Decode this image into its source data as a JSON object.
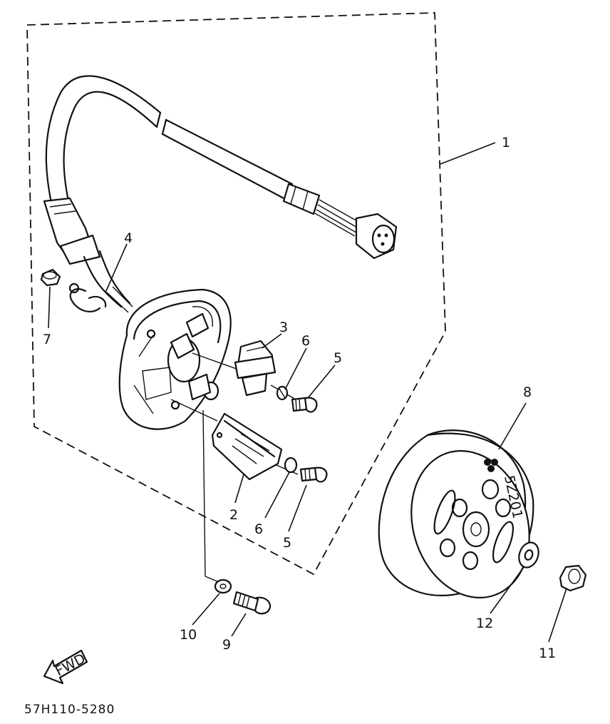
{
  "diagram": {
    "part_number": "57H110-5280",
    "direction_label": "FWD",
    "stamp_text": "5Z201",
    "callouts": [
      {
        "id": "c1",
        "label": "1"
      },
      {
        "id": "c2",
        "label": "2"
      },
      {
        "id": "c3",
        "label": "3"
      },
      {
        "id": "c4",
        "label": "4"
      },
      {
        "id": "c5a",
        "label": "5"
      },
      {
        "id": "c5b",
        "label": "5"
      },
      {
        "id": "c6a",
        "label": "6"
      },
      {
        "id": "c6b",
        "label": "6"
      },
      {
        "id": "c7",
        "label": "7"
      },
      {
        "id": "c8",
        "label": "8"
      },
      {
        "id": "c9",
        "label": "9"
      },
      {
        "id": "c10",
        "label": "10"
      },
      {
        "id": "c11",
        "label": "11"
      },
      {
        "id": "c12",
        "label": "12"
      }
    ]
  }
}
